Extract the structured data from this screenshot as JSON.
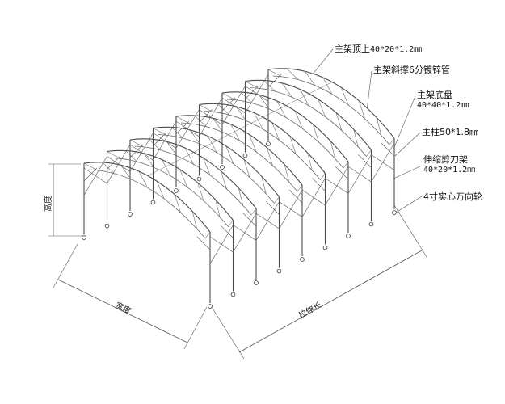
{
  "callouts": {
    "top_frame": {
      "name": "主架顶上",
      "spec": "40*20*1.2㎜"
    },
    "brace": {
      "name": "主架斜撑6分镀锌管"
    },
    "base": {
      "name": "主架底盘",
      "spec": "40*40*1.2㎜"
    },
    "column": {
      "name": "主柱50*1.8㎜"
    },
    "scissor": {
      "name": "伸缩剪刀架",
      "spec": "40*20*1.2㎜"
    },
    "wheel": {
      "name": "4寸实心万向轮"
    }
  },
  "dimensions": {
    "height": "高度",
    "width": "宽度",
    "length": "拉伸长"
  }
}
